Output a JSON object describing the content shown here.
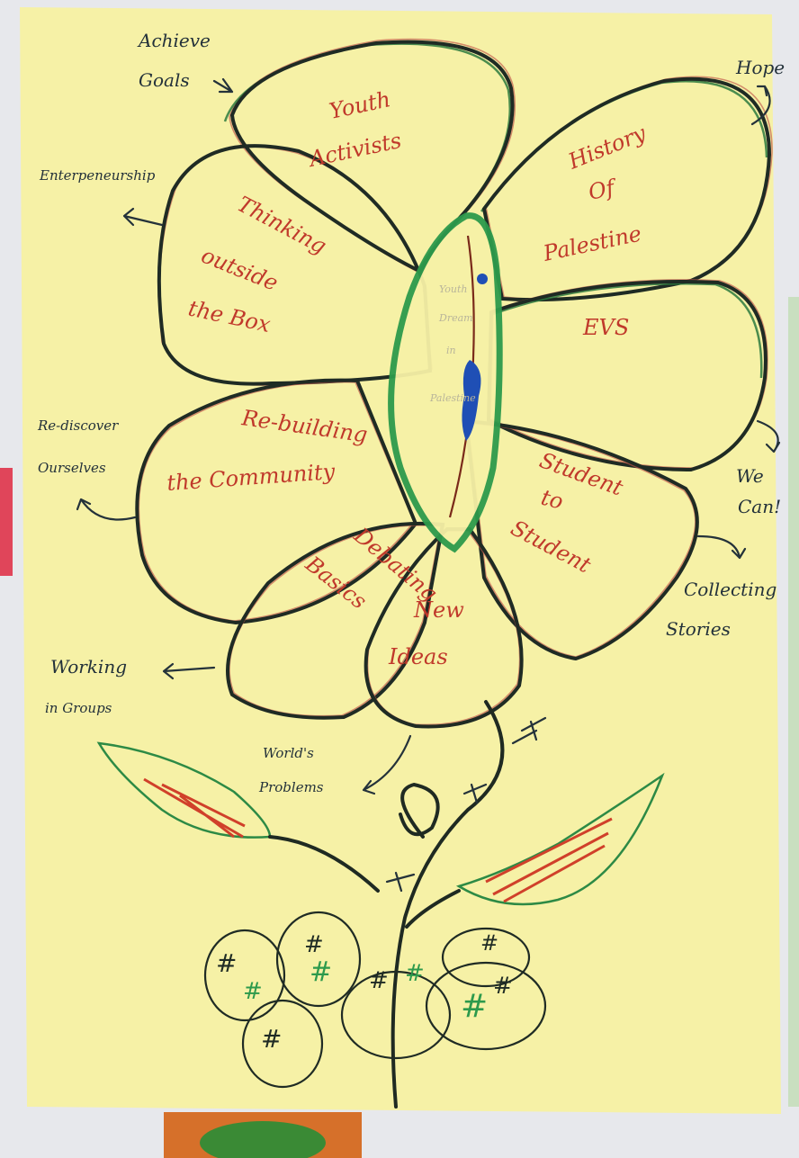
{
  "petals": {
    "youth_activists": [
      "Youth",
      "Activists"
    ],
    "history_of_palestine": [
      "History",
      "Of",
      "Palestine"
    ],
    "thinking_outside": [
      "Thinking",
      "outside",
      "the Box"
    ],
    "evs": [
      "EVS"
    ],
    "rebuilding": [
      "Re-building",
      "the Community"
    ],
    "student_to_student": [
      "Student",
      "to",
      "Student"
    ],
    "debating_basics": [
      "Debating",
      "Basics"
    ],
    "new_ideas": [
      "New",
      "Ideas"
    ]
  },
  "notes": {
    "achieve_goals": [
      "Achieve",
      "Goals"
    ],
    "hope": "Hope",
    "enterpreneurship": "Enterpeneurship",
    "rediscover": [
      "Re-discover",
      "Ourselves"
    ],
    "we_can": [
      "We",
      "Can!"
    ],
    "collecting_stories": [
      "Collecting",
      "Stories"
    ],
    "working_in_groups": [
      "Working",
      "in Groups"
    ],
    "worlds_problems": [
      "World's",
      "Problems"
    ]
  },
  "center_text": [
    "Youth",
    "Dream",
    "in",
    "Palestine"
  ],
  "hash": "#",
  "colors": {
    "poster": "#f6f1a6",
    "petal_text": "#c0392b",
    "ink": "#1f2b24",
    "green": "#2d9a4c",
    "blue": "#1f4fb5"
  }
}
